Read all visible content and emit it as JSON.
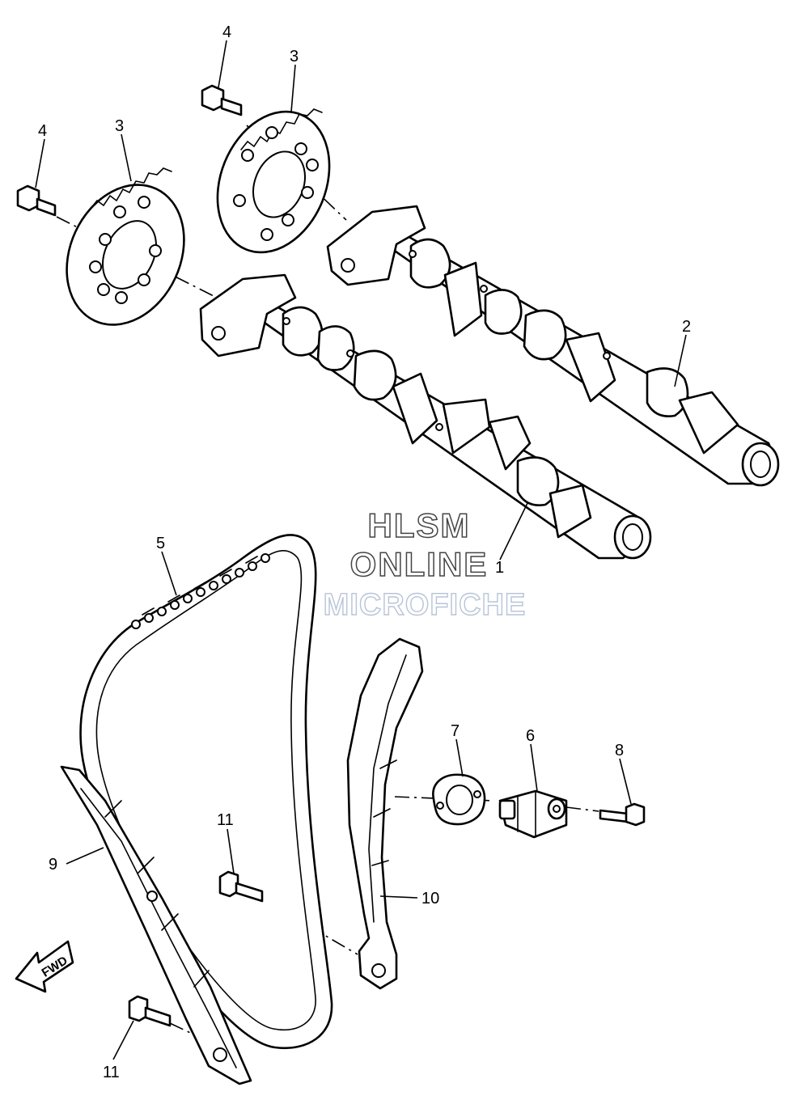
{
  "callouts": {
    "n1": "1",
    "n2": "2",
    "n3a": "3",
    "n3b": "3",
    "n4a": "4",
    "n4b": "4",
    "n5": "5",
    "n6": "6",
    "n7": "7",
    "n8": "8",
    "n9": "9",
    "n10": "10",
    "n11a": "11",
    "n11b": "11"
  },
  "watermark": {
    "line1": "HLSM",
    "line2": "ONLINE",
    "line3": "MICROFICHE"
  },
  "direction_arrow": {
    "label": "FWD"
  },
  "icons": [
    "fwd-arrow-icon"
  ],
  "colors": {
    "line": "#000000",
    "background": "#ffffff",
    "watermark_outline": "#444444",
    "watermark_faint": "#b8c4d8"
  }
}
